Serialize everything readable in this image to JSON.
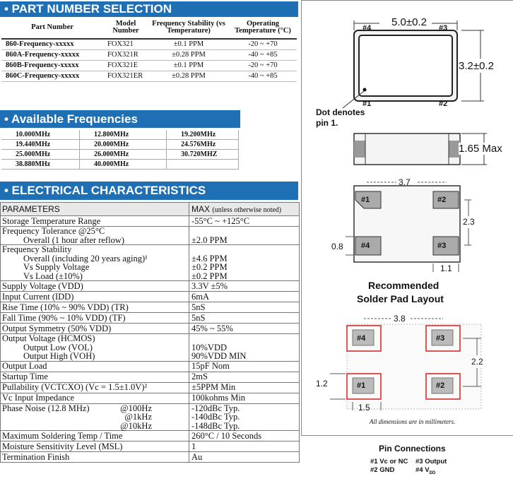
{
  "sections": {
    "part_number": "• PART NUMBER SELECTION",
    "frequencies": "• Available Frequencies",
    "electrical": "• ELECTRICAL CHARACTERISTICS"
  },
  "part_table": {
    "headers": [
      "Part Number",
      "Model Number",
      "Frequency Stability (vs Temperature)",
      "Operating Temperature (°C)"
    ],
    "rows": [
      [
        "860-Frequency-xxxxx",
        "FOX321",
        "±0.1  PPM",
        "-20 ~ +70"
      ],
      [
        "860A-Frequency-xxxxx",
        "FOX321R",
        "±0.28 PPM",
        "-40 ~ +85"
      ],
      [
        "860B-Frequency-xxxxx",
        "FOX321E",
        "±0.1  PPM",
        "-20 ~ +70"
      ],
      [
        "860C-Frequency-xxxxx",
        "FOX321ER",
        "±0.28 PPM",
        "-40 ~ +85"
      ]
    ]
  },
  "frequencies": [
    [
      "10.000MHz",
      "12.800MHz",
      "19.200MHz"
    ],
    [
      "19.440MHz",
      "20.000MHz",
      "24.576MHz"
    ],
    [
      "25.000MHz",
      "26.000MHz",
      "30.720MHZ"
    ],
    [
      "38.880MHz",
      "40.000MHz",
      ""
    ]
  ],
  "electrical": {
    "header_param": "PARAMETERS",
    "header_max": "MAX",
    "header_note": "(unless otherwise noted)",
    "storage_label": "Storage Temperature Range",
    "storage_value": "-55°C ~ +125°C",
    "tol_label": "Frequency Tolerance @25°C",
    "tol_sub": "Overall (1 hour after reflow)",
    "tol_value": "±2.0 PPM",
    "stab_label": "Frequency Stability",
    "stab_sub1": "Overall (including 20 years aging)¹",
    "stab_sub2": "Vs Supply Voltage",
    "stab_sub3": "Vs Load (±10%)",
    "stab_val1": "±4.6 PPM",
    "stab_val2": "±0.2 PPM",
    "stab_val3": "±0.2 PPM",
    "supply_label": "Supply Voltage (VDD)",
    "supply_value": "3.3V ±5%",
    "current_label": "Input Current    (IDD)",
    "current_value": "6mA",
    "rise_label": "Rise Time (10% ~ 90% VDD) (TR)",
    "rise_value": "5nS",
    "fall_label": "Fall Time (90% ~ 10% VDD) (TF)",
    "fall_value": "5nS",
    "sym_label": "Output Symmetry (50% VDD)",
    "sym_value": "45% ~ 55%",
    "outv_label": "Output Voltage (HCMOS)",
    "outv_sub1": "Output Low  (VOL)",
    "outv_sub2": "Output High (VOH)",
    "outv_val1": "10%VDD",
    "outv_val2": "90%VDD MIN",
    "load_label": "Output Load",
    "load_value": "15pF Nom",
    "startup_label": "Startup Time",
    "startup_value": "2mS",
    "pull_label": "Pullability (VCTCXO) (Vc = 1.5±1.0V)²",
    "pull_value": "±5PPM Min",
    "vc_label": "Vc Input Impedance",
    "vc_value": "100kohms Min",
    "pn_label": "Phase Noise (12.8 MHz)",
    "pn_f1": "@100Hz",
    "pn_f2": "@1kHz",
    "pn_f3": "@10kHz",
    "pn_v1": "-120dBc Typ.",
    "pn_v2": "-140dBc Typ.",
    "pn_v3": "-148dBc Typ.",
    "solder_label": "Maximum Soldering Temp / Time",
    "solder_value": "260°C / 10 Seconds",
    "msl_label": "Moisture Sensitivity Level (MSL)",
    "msl_value": "1",
    "term_label": "Termination Finish",
    "term_value": "Au"
  },
  "drawing": {
    "width_dim": "5.0±0.2",
    "height_dim": "3.2±0.2",
    "thickness_dim": "1.65 Max",
    "pin1_note_line1": "Dot denotes",
    "pin1_note_line2": "pin 1.",
    "pad_37": "3.7",
    "pad_23": "2.3",
    "pad_08": "0.8",
    "pad_11": "1.1",
    "recommended": "Recommended",
    "solder_pad": "Solder Pad Layout",
    "pad_38": "3.8",
    "pad_22": "2.2",
    "pad_12": "1.2",
    "pad_15": "1.5",
    "note": "All dimensions are in millimeters.",
    "pin1": "#1",
    "pin2": "#2",
    "pin3": "#3",
    "pin4": "#4"
  },
  "pin_connections": {
    "title": "Pin Connections",
    "p1": "#1 Vc or NC",
    "p3": "#3 Output",
    "p2": "#2 GND",
    "p4": "#4 V"
  },
  "colors": {
    "banner": "#1f6fb5",
    "pad_outline": "#d22020"
  }
}
